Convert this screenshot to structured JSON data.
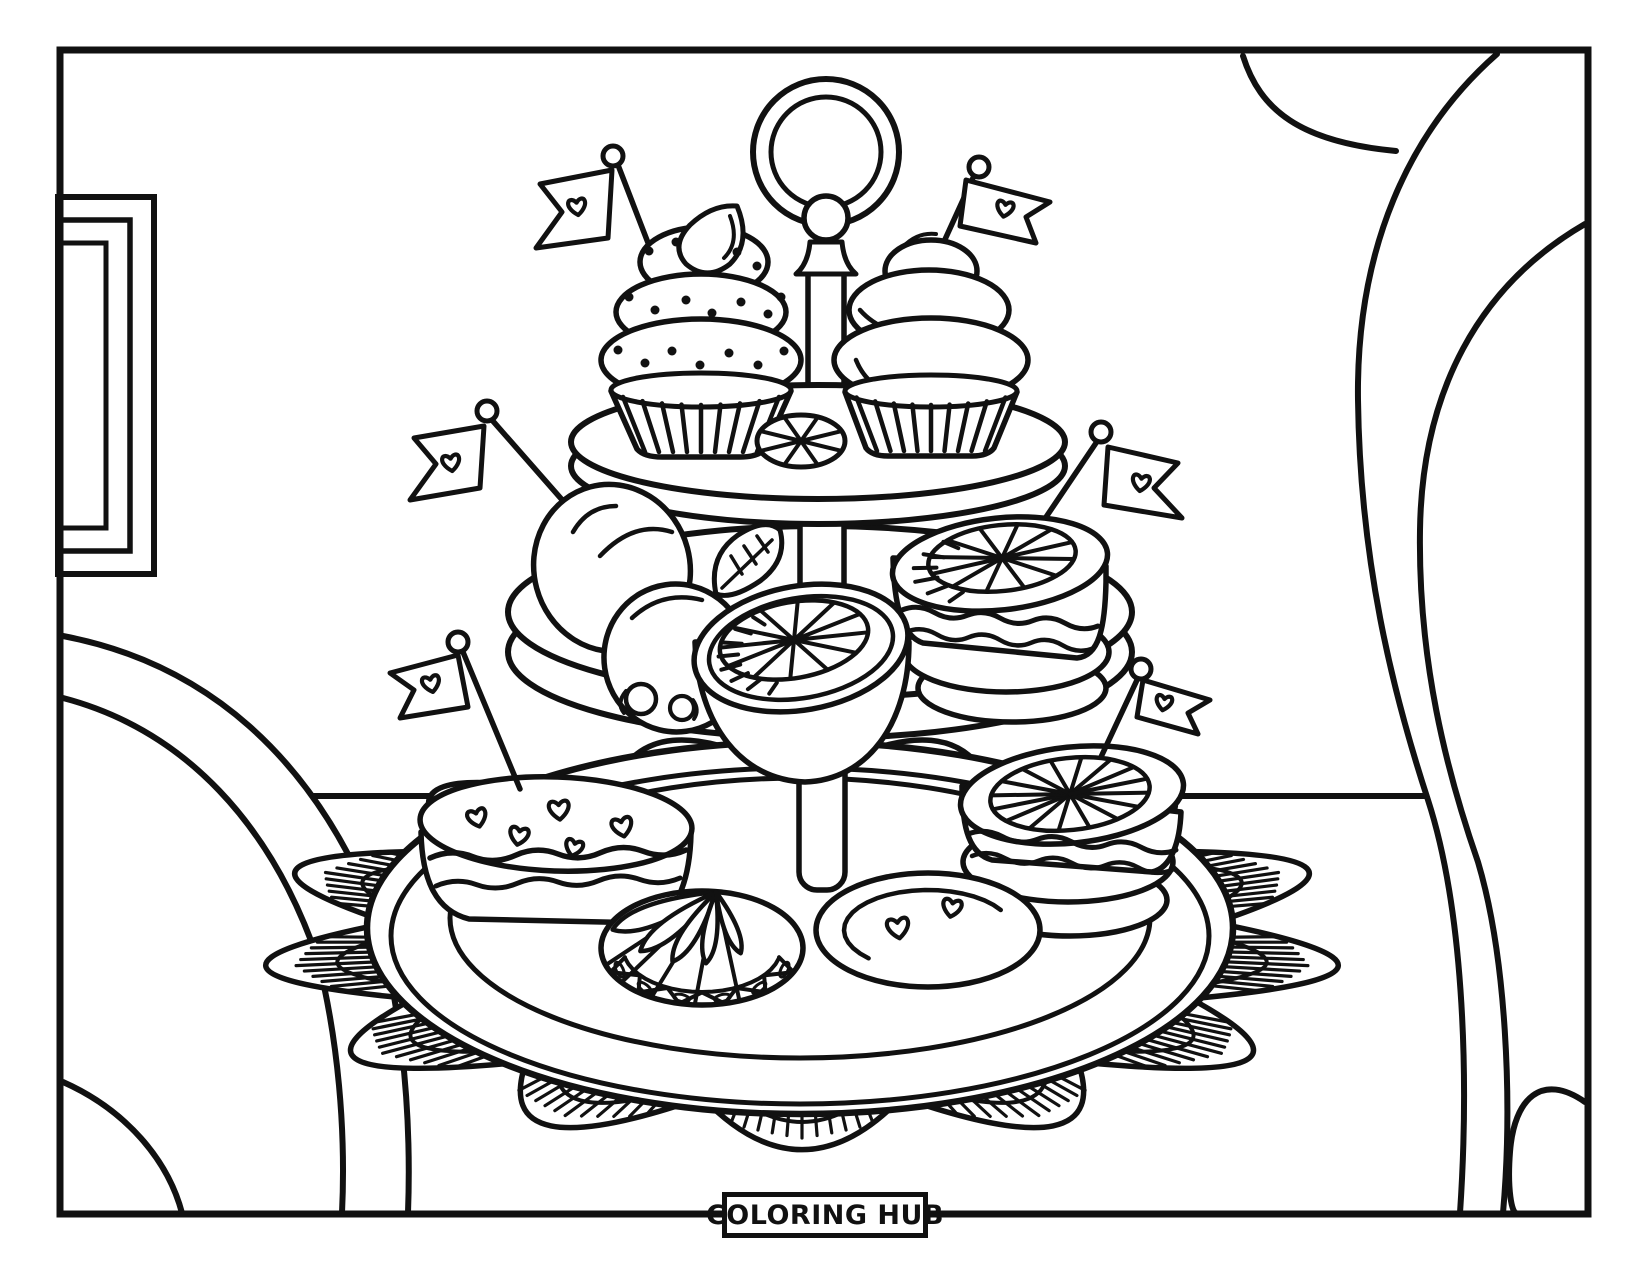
{
  "page": {
    "kind": "coloring-page",
    "background": "#ffffff",
    "line_color": "#111111"
  },
  "badge": {
    "text": "COLORING HUB"
  },
  "scene": {
    "alt": "Black-and-white line-art coloring page: a three-tier dessert stand with a ring handle holding two cupcakes, lemons, an orange half and citrus-topped pies, a heart pie, a scalloped tart and a heart cookie, set on a lace doily between two armchairs, with a picture frame and curtain in the background.",
    "items": [
      {
        "name": "picture-frame-icon",
        "count": 1
      },
      {
        "name": "curtain-corner-icon",
        "count": 1
      },
      {
        "name": "armchair-left-icon",
        "count": 1
      },
      {
        "name": "armchair-right-icon",
        "count": 1
      },
      {
        "name": "table-edge-icon",
        "count": 1
      },
      {
        "name": "lace-doily-icon",
        "count": 1
      },
      {
        "name": "serving-platter-icon",
        "count": 1
      },
      {
        "name": "tier-stand-ring-handle-icon",
        "count": 1
      },
      {
        "name": "cupcake-sprinkles-icon",
        "count": 1
      },
      {
        "name": "cupcake-swirl-icon",
        "count": 1
      },
      {
        "name": "heart-pennant-flag-icon",
        "count": 6
      },
      {
        "name": "lemon-icon",
        "count": 2
      },
      {
        "name": "leaf-icon",
        "count": 1
      },
      {
        "name": "orange-half-icon",
        "count": 1
      },
      {
        "name": "citrus-topped-pie-icon",
        "count": 2
      },
      {
        "name": "heart-pie-icon",
        "count": 1
      },
      {
        "name": "scalloped-tart-icon",
        "count": 1
      },
      {
        "name": "heart-cookie-icon",
        "count": 1
      },
      {
        "name": "citrus-slice-icon",
        "count": 1
      }
    ]
  }
}
